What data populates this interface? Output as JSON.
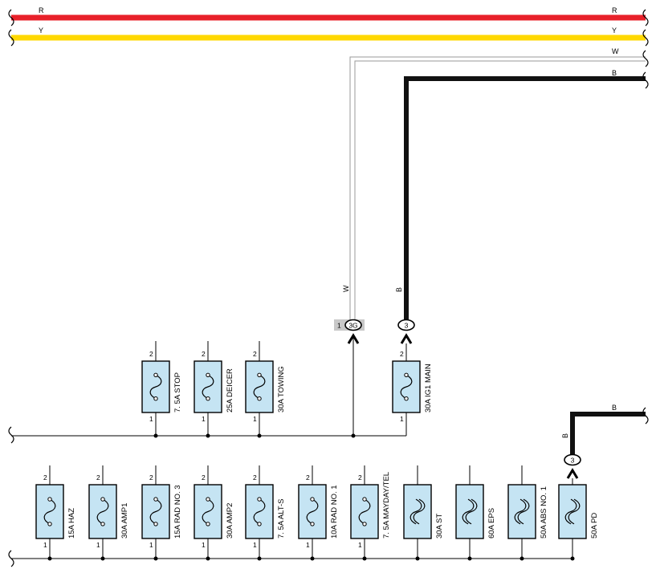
{
  "colors": {
    "red": "#e8212a",
    "yellow": "#ffd800",
    "fuse_fill": "#c5e4f3",
    "wire_white": "#9a9a9a",
    "wire_black": "#111111",
    "connector_gray": "#c8c8c8"
  },
  "wires": {
    "r_left": "R",
    "r_right": "R",
    "y_left": "Y",
    "y_right": "Y",
    "w_right": "W",
    "b_right": "B",
    "w_vertical": "W",
    "b_vertical": "B",
    "b_pd_right": "B",
    "b_pd_vertical": "B"
  },
  "connectors": {
    "c3g_pin": "1",
    "c3g_label": "3G",
    "c3_main_label": "3",
    "c3_pd_label": "3"
  },
  "fuses_top": [
    {
      "label": "7. 5A STOP",
      "pin_top": "2",
      "pin_bottom": "1"
    },
    {
      "label": "25A DEICER",
      "pin_top": "2",
      "pin_bottom": "1"
    },
    {
      "label": "30A TOWING",
      "pin_top": "2",
      "pin_bottom": "1"
    },
    {
      "label": "30A IG1 MAIN",
      "pin_top": "2",
      "pin_bottom": "1"
    }
  ],
  "fuses_bottom": [
    {
      "label": "15A HAZ",
      "pin_top": "2",
      "pin_bottom": "1",
      "type": "fuse"
    },
    {
      "label": "30A AMP1",
      "pin_top": "2",
      "pin_bottom": "1",
      "type": "fuse"
    },
    {
      "label": "15A RAD NO. 3",
      "pin_top": "2",
      "pin_bottom": "1",
      "type": "fuse"
    },
    {
      "label": "30A AMP2",
      "pin_top": "2",
      "pin_bottom": "1",
      "type": "fuse"
    },
    {
      "label": "7. 5A ALT-S",
      "pin_top": "2",
      "pin_bottom": "1",
      "type": "fuse"
    },
    {
      "label": "10A RAD NO. 1",
      "pin_top": "2",
      "pin_bottom": "1",
      "type": "fuse"
    },
    {
      "label": "7. 5A MAYDAY/TEL",
      "pin_top": "2",
      "pin_bottom": "1",
      "type": "fuse"
    },
    {
      "label": "30A ST",
      "pin_top": "",
      "pin_bottom": "",
      "type": "fusible-link"
    },
    {
      "label": "60A EPS",
      "pin_top": "",
      "pin_bottom": "",
      "type": "fusible-link"
    },
    {
      "label": "50A ABS NO. 1",
      "pin_top": "",
      "pin_bottom": "",
      "type": "fusible-link"
    },
    {
      "label": "50A PD",
      "pin_top": "",
      "pin_bottom": "",
      "type": "fusible-link"
    }
  ]
}
